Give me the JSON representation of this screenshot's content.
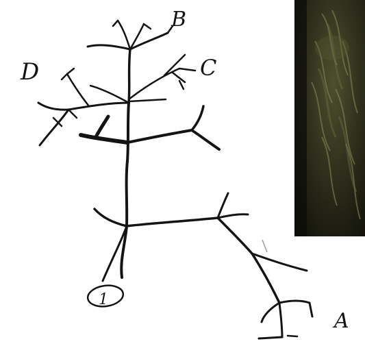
{
  "diagram": {
    "labels": {
      "root": "1",
      "a": "A",
      "b": "B",
      "c": "C",
      "d": "D"
    }
  },
  "colors": {
    "ink": "#141414",
    "paper": "#ffffff",
    "photo_dark": "#1a1a12",
    "photo_mid": "#4d4f2e",
    "photo_light": "#8a8a5c"
  }
}
